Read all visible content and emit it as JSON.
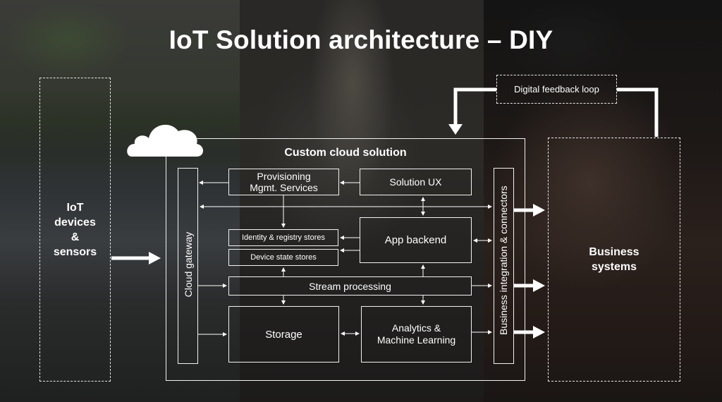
{
  "title": "IoT Solution architecture – DIY",
  "devices": {
    "label_line1": "IoT",
    "label_line2": "devices",
    "label_line3": "&",
    "label_line4": "sensors"
  },
  "feedback": {
    "label": "Digital feedback loop"
  },
  "business": {
    "label_line1": "Business",
    "label_line2": "systems"
  },
  "cloud": {
    "title": "Custom cloud solution",
    "gateway": "Cloud gateway",
    "integration": "Business integration & connectors",
    "provisioning_line1": "Provisioning",
    "provisioning_line2": "Mgmt. Services",
    "solution_ux": "Solution UX",
    "identity": "Identity & registry stores",
    "device_state": "Device state stores",
    "app_backend": "App backend",
    "stream": "Stream processing",
    "storage": "Storage",
    "analytics_line1": "Analytics &",
    "analytics_line2": "Machine Learning"
  },
  "colors": {
    "foreground": "#ffffff",
    "background": "#0d0d0d"
  },
  "icons": [
    "cloud-icon"
  ]
}
